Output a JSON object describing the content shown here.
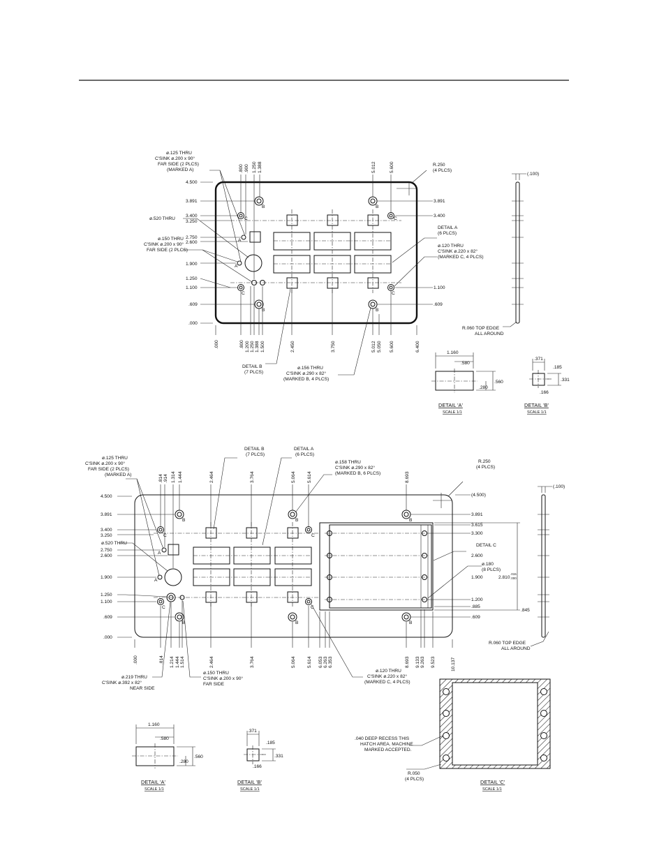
{
  "top_plate": {
    "notes": {
      "hole_125_l1": "ø.125 THRU",
      "hole_125_l2": "C'SINK ø.200 x 90°",
      "hole_125_l3": "FAR SIDE (2 PLCS)",
      "hole_125_l4": "(MARKED A)",
      "radius_l1": "R.250",
      "radius_l2": "(4 PLCS)",
      "hole_520": "ø.520 THRU",
      "hole_150_l1": "ø.150 THRU",
      "hole_150_l2": "C'SINK ø.200 x 90°",
      "hole_150_l3": "FAR SIDE (2 PLCS)",
      "detail_a_l1": "DETAIL A",
      "detail_a_l2": "(6 PLCS)",
      "hole_120_l1": "ø.120 THRU",
      "hole_120_l2": "C'SINK ø.220 x 82°",
      "hole_120_l3": "(MARKED C, 4 PLCS)",
      "detail_b_l1": "DETAIL B",
      "detail_b_l2": "(7 PLCS)",
      "hole_156_l1": "ø.156 THRU",
      "hole_156_l2": "C'SINK ø.290 x 82°",
      "hole_156_l3": "(MARKED B, 4 PLCS)",
      "edge_l1": "R.060 TOP EDGE",
      "edge_l2": "ALL AROUND",
      "thickness": "(.100)"
    },
    "y_dims": {
      "d4500": "4.500",
      "d3891": "3.891",
      "d3400": "3.400",
      "d3250": "3.250",
      "d2750": "2.750",
      "d2600": "2.600",
      "d1900": "1.900",
      "d1250": "1.250",
      "d1100": "1.100",
      "d609": ".609",
      "d000": ".000",
      "r3891": "3.891",
      "r3400": "3.400",
      "r1100": "1.100",
      "r609": ".609"
    },
    "x_dims_top": {
      "d800": ".800",
      "d900": ".900",
      "d1250": "1.250",
      "d1388": "1.388",
      "d5012": "5.012",
      "d5600": "5.600"
    },
    "x_dims_bottom": {
      "d000": ".000",
      "d800": ".800",
      "d1200": "1.200",
      "d1250": "1.250",
      "d1388": "1.388",
      "d1500": "1.500",
      "d2450": "2.450",
      "d3750": "3.750",
      "d5012": "5.012",
      "d5050": "5.050",
      "d5600": "5.600",
      "d6400": "6.400"
    },
    "marks": {
      "a": "A",
      "b": "B",
      "c": "C"
    },
    "detail_a": {
      "w1": "1.160",
      "w2": ".580",
      "h1": ".280",
      "h2": ".560",
      "title": "DETAIL 'A'",
      "scale": "SCALE 1/1"
    },
    "detail_b": {
      "w1": ".371",
      "w2": ".185",
      "h1": ".331",
      "h2": ".166",
      "title": "DETAIL 'B'",
      "scale": "SCALE 1/1"
    }
  },
  "bottom_plate": {
    "notes": {
      "hole_125_l1": "ø.125 THRU",
      "hole_125_l2": "C'SINK ø.200 x 90°",
      "hole_125_l3": "FAR SIDE (2 PLCS)",
      "hole_125_l4": "(MARKED A)",
      "detail_b_l1": "DETAIL B",
      "detail_b_l2": "(7 PLCS)",
      "detail_a_l1": "DETAIL A",
      "detail_a_l2": "(6 PLCS)",
      "hole_158_l1": "ø.158 THRU",
      "hole_158_l2": "C'SINK ø.290 x 82°",
      "hole_158_l3": "(MARKED B, 6 PLCS)",
      "radius_l1": "R.250",
      "radius_l2": "(4 PLCS)",
      "thickness": "(.100)",
      "hole_520": "ø.520 THRU",
      "detail_c": "DETAIL C",
      "hole_180_l1": "ø.180",
      "hole_180_l2": "(8 PLCS)",
      "hole_219_l1": "ø.219 THRU",
      "hole_219_l2": "C'SINK ø.392 x 82°",
      "hole_219_l3": "NEAR SIDE",
      "hole_150_l1": "ø.150 THRU",
      "hole_150_l2": "C'SINK ø.200 x 90°",
      "hole_150_l3": "FAR SIDE",
      "hole_120_l1": "ø.120 THRU",
      "hole_120_l2": "C'SINK ø.220 x 82°",
      "hole_120_l3": "(MARKED C, 4 PLCS)",
      "edge_l1": "R.060 TOP EDGE",
      "edge_l2": "ALL AROUND",
      "recess_l1": ".040 DEEP RECESS THIS",
      "recess_l2": "HATCH AREA. MACHINE",
      "recess_l3": "MARKED ACCEPTED.",
      "r050_l1": "R.050",
      "r050_l2": "(4 PLCS)"
    },
    "y_dims_left": {
      "d4500": "4.500",
      "d3891": "3.891",
      "d3400": "3.400",
      "d3250": "3.250",
      "d2750": "2.750",
      "d2600": "2.600",
      "d1900": "1.900",
      "d1250": "1.250",
      "d1100": "1.100",
      "d609": ".609",
      "d000": ".000"
    },
    "y_dims_right": {
      "d4500": "(4.500)",
      "d3891": "3.891",
      "d3615": "3.615",
      "d3300": "3.300",
      "d2600": "2.600",
      "d1900": "1.900",
      "d1200": "1.200",
      "d885": ".885",
      "d609": ".609",
      "d845": ".845",
      "d2810": "2.810",
      "tol_up": ".015",
      "tol_dn": ".000"
    },
    "x_dims_top": {
      "d814": ".814",
      "d914": ".914",
      "d1314": "1.314",
      "d1444": "1.444",
      "d2464": "2.464",
      "d3764": "3.764",
      "d5064": "5.064",
      "d5614": "5.614",
      "d8693": "8.693"
    },
    "x_dims_bottom": {
      "d000": ".000",
      "d814": ".814",
      "d1214": "1.214",
      "d1444": "1.444",
      "d1514": "1.514",
      "d2464": "2.464",
      "d3764": "3.764",
      "d5064": "5.064",
      "d5614": "5.614",
      "d6053": "6.053",
      "d6263": "6.263",
      "d6353": "6.353",
      "d8693": "8.693",
      "d9133": "9.133",
      "d9263": "9.263",
      "d9523": "9.523",
      "d10137": "10.137"
    },
    "marks": {
      "a": "A",
      "b": "B",
      "c": "C"
    },
    "detail_a": {
      "w1": "1.160",
      "w2": ".580",
      "h1": ".280",
      "h2": ".560",
      "title": "DETAIL 'A'",
      "scale": "SCALE 1/1"
    },
    "detail_b": {
      "w1": ".371",
      "w2": ".185",
      "h1": ".331",
      "h2": ".166",
      "title": "DETAIL 'B'",
      "scale": "SCALE 1/1"
    },
    "detail_c": {
      "title": "DETAIL 'C'",
      "scale": "SCALE 1/1"
    }
  }
}
